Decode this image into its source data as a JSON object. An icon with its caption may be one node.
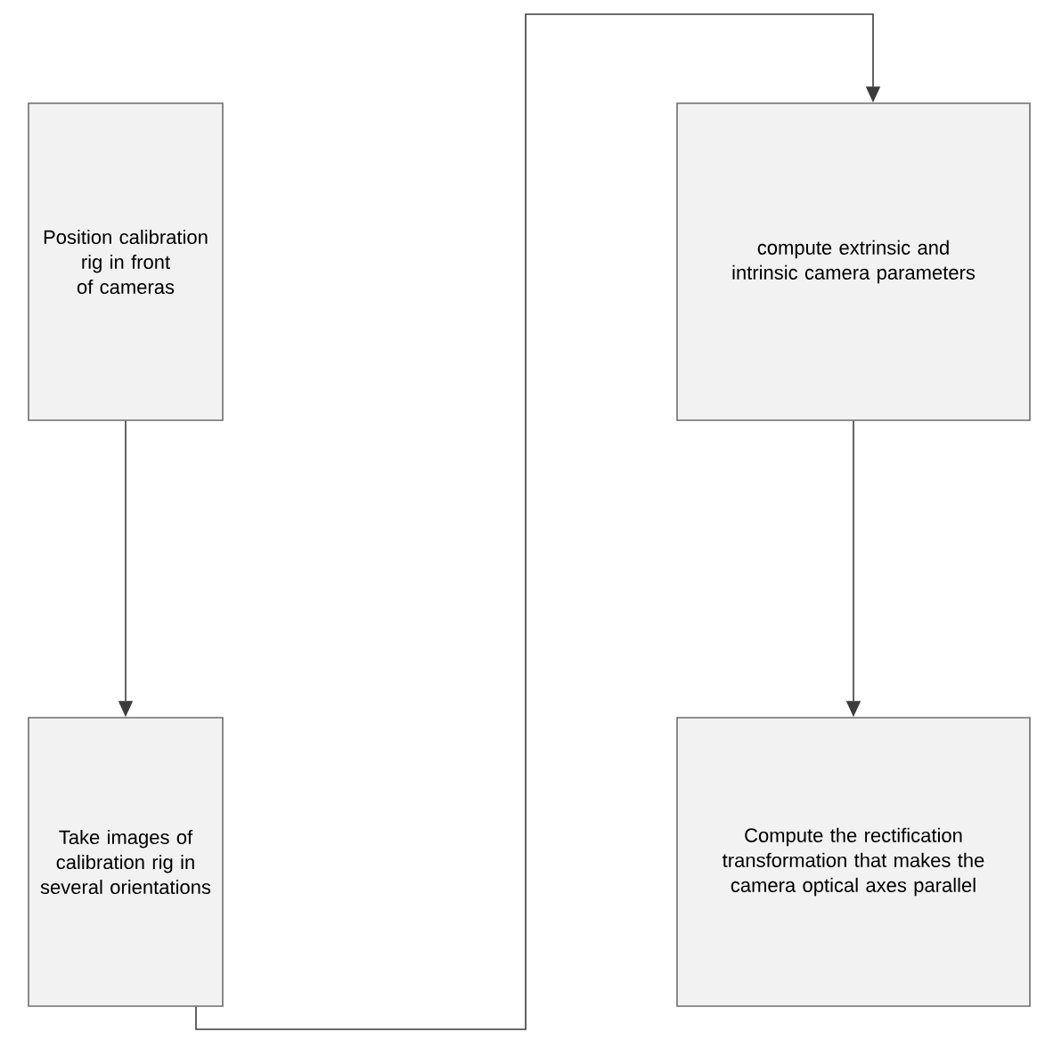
{
  "diagram": {
    "nodes": [
      {
        "text": [
          "Position calibration rig in front of cameras"
        ]
      },
      {
        "text": [
          "Take images of calibration rig in several orientations"
        ]
      },
      {
        "text": [
          "compute extrinsic and intrinsic camera parameters"
        ]
      },
      {
        "text": [
          "Compute the rectification transformation that makes the camera optical axes parallel"
        ]
      }
    ],
    "edges": [
      {
        "from": 0,
        "to": 1,
        "arrow": "to"
      },
      {
        "from": 1,
        "to": 2,
        "arrow": "to"
      },
      {
        "from": 2,
        "to": 3,
        "arrow": "to"
      }
    ]
  }
}
